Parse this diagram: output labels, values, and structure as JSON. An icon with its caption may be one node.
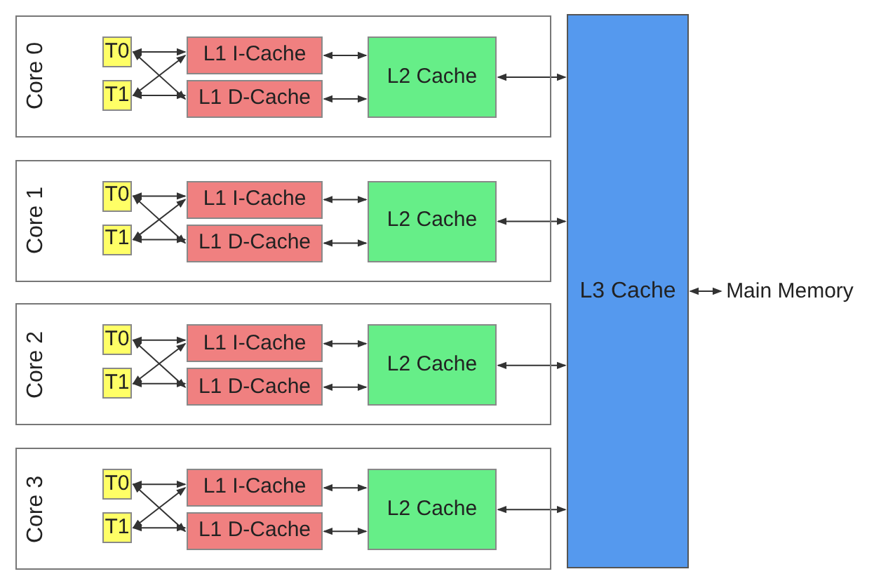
{
  "diagram": {
    "nodes": [
      {
        "text": [
          "Core 0"
        ]
      },
      {
        "text": [
          "T0"
        ],
        "in": 0
      },
      {
        "text": [
          "T1"
        ],
        "in": 0
      },
      {
        "text": [
          "L1 I-Cache"
        ],
        "in": 0
      },
      {
        "text": [
          "L1 D-Cache"
        ],
        "in": 0
      },
      {
        "text": [
          "L2 Cache"
        ],
        "in": 0
      },
      {
        "text": [
          "Core 1"
        ]
      },
      {
        "text": [
          "T0"
        ],
        "in": 6
      },
      {
        "text": [
          "T1"
        ],
        "in": 6
      },
      {
        "text": [
          "L1 I-Cache"
        ],
        "in": 6
      },
      {
        "text": [
          "L1 D-Cache"
        ],
        "in": 6
      },
      {
        "text": [
          "L2 Cache"
        ],
        "in": 6
      },
      {
        "text": [
          "Core 2"
        ]
      },
      {
        "text": [
          "T0"
        ],
        "in": 12
      },
      {
        "text": [
          "T1"
        ],
        "in": 12
      },
      {
        "text": [
          "L1 I-Cache"
        ],
        "in": 12
      },
      {
        "text": [
          "L1 D-Cache"
        ],
        "in": 12
      },
      {
        "text": [
          "L2 Cache"
        ],
        "in": 12
      },
      {
        "text": [
          "Core 3"
        ]
      },
      {
        "text": [
          "T0"
        ],
        "in": 18
      },
      {
        "text": [
          "T1"
        ],
        "in": 18
      },
      {
        "text": [
          "L1 I-Cache"
        ],
        "in": 18
      },
      {
        "text": [
          "L1 D-Cache"
        ],
        "in": 18
      },
      {
        "text": [
          "L2 Cache"
        ],
        "in": 18
      },
      {
        "text": [
          "L3 Cache"
        ]
      },
      {
        "text": [
          "Main Memory"
        ]
      }
    ],
    "edges": [
      {
        "from": 1,
        "to": 3,
        "arrow": "both"
      },
      {
        "from": 1,
        "to": 4,
        "arrow": "both"
      },
      {
        "from": 2,
        "to": 3,
        "arrow": "both"
      },
      {
        "from": 2,
        "to": 4,
        "arrow": "both"
      },
      {
        "from": 3,
        "to": 5,
        "arrow": "both"
      },
      {
        "from": 4,
        "to": 5,
        "arrow": "both"
      },
      {
        "from": 5,
        "to": 24,
        "arrow": "both"
      },
      {
        "from": 7,
        "to": 9,
        "arrow": "both"
      },
      {
        "from": 7,
        "to": 10,
        "arrow": "both"
      },
      {
        "from": 8,
        "to": 9,
        "arrow": "both"
      },
      {
        "from": 8,
        "to": 10,
        "arrow": "both"
      },
      {
        "from": 9,
        "to": 11,
        "arrow": "both"
      },
      {
        "from": 10,
        "to": 11,
        "arrow": "both"
      },
      {
        "from": 11,
        "to": 24,
        "arrow": "both"
      },
      {
        "from": 13,
        "to": 15,
        "arrow": "both"
      },
      {
        "from": 13,
        "to": 16,
        "arrow": "both"
      },
      {
        "from": 14,
        "to": 15,
        "arrow": "both"
      },
      {
        "from": 14,
        "to": 16,
        "arrow": "both"
      },
      {
        "from": 15,
        "to": 17,
        "arrow": "both"
      },
      {
        "from": 16,
        "to": 17,
        "arrow": "both"
      },
      {
        "from": 17,
        "to": 24,
        "arrow": "both"
      },
      {
        "from": 19,
        "to": 21,
        "arrow": "both"
      },
      {
        "from": 19,
        "to": 22,
        "arrow": "both"
      },
      {
        "from": 20,
        "to": 21,
        "arrow": "both"
      },
      {
        "from": 20,
        "to": 22,
        "arrow": "both"
      },
      {
        "from": 21,
        "to": 23,
        "arrow": "both"
      },
      {
        "from": 22,
        "to": 23,
        "arrow": "both"
      },
      {
        "from": 23,
        "to": 24,
        "arrow": "both"
      },
      {
        "from": 24,
        "to": 25,
        "arrow": "both"
      }
    ]
  }
}
